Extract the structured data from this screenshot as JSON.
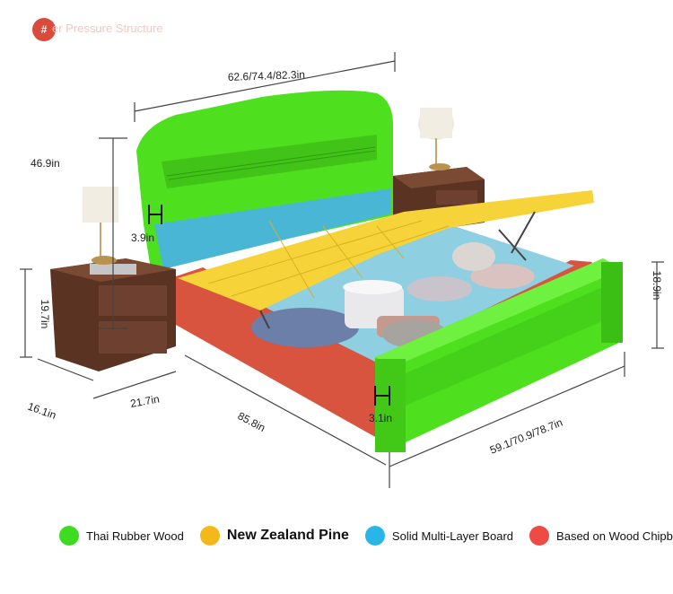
{
  "header": {
    "badge_symbol": "#",
    "title": "er Pressure Structure"
  },
  "dimensions": {
    "headboard_width": "62.6/74.4/82.3in",
    "total_height": "46.9in",
    "headboard_rail": "3.9in",
    "nightstand_height": "19.7in",
    "nightstand_depth": "16.1in",
    "nightstand_width": "21.7in",
    "bed_length": "85.8in",
    "footboard_rail": "3.1in",
    "bed_width": "59.1/70.9/78.7in",
    "footboard_height": "18.9in"
  },
  "legend": [
    {
      "label": "Thai Rubber Wood",
      "color": "#3ddc20"
    },
    {
      "label": "New Zealand Pine",
      "color": "#f4b81a"
    },
    {
      "label": "Solid Multi-Layer Board",
      "color": "#29b6e6"
    },
    {
      "label": "Based on Wood Chipboard",
      "color": "#ef4a43"
    }
  ],
  "colors": {
    "rubber_wood": "#4ee01f",
    "pine": "#f7d33a",
    "multi_layer": "#49b6d6",
    "chipboard": "#d9543f",
    "nightstand": "#5a3322"
  }
}
